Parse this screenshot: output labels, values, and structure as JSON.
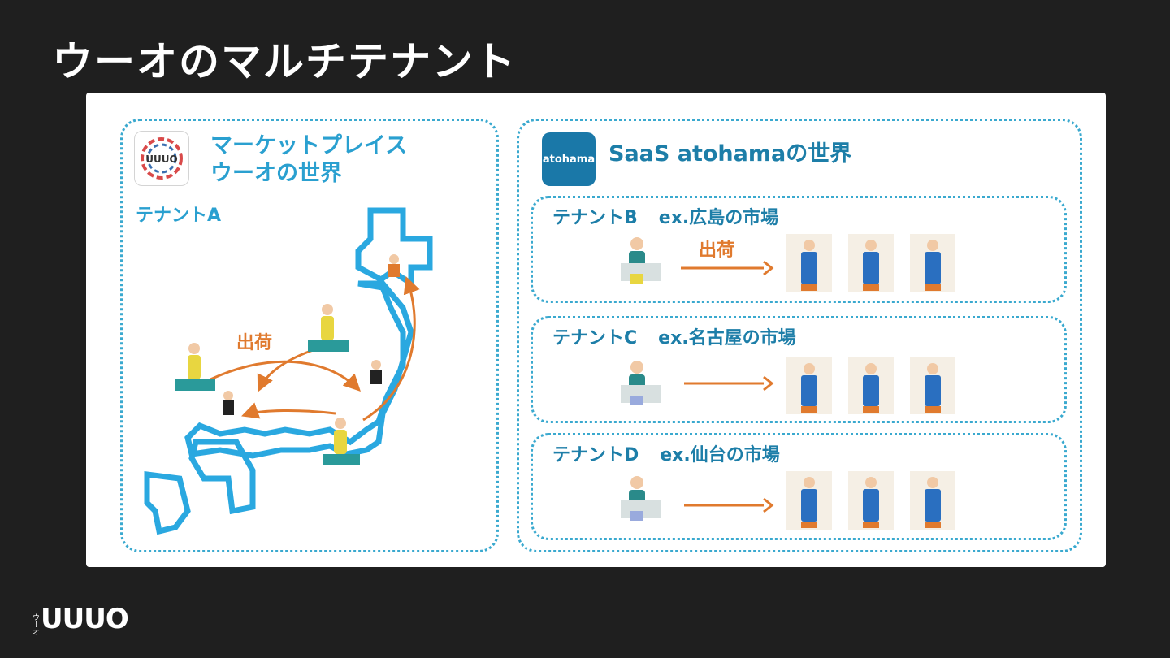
{
  "slide": {
    "title": "ウーオのマルチテナント"
  },
  "marketplace": {
    "heading_line1": "マーケットプレイス",
    "heading_line2": "ウーオの世界",
    "tenant_label": "テナントA",
    "shipping_label": "出荷"
  },
  "saas": {
    "icon_text": "atohama",
    "heading": "SaaS atohamaの世界",
    "tenants": [
      {
        "name": "テナントB",
        "example": "ex.広島の市場",
        "shipping_label": "出荷"
      },
      {
        "name": "テナントC",
        "example": "ex.名古屋の市場"
      },
      {
        "name": "テナントD",
        "example": "ex.仙台の市場"
      }
    ]
  },
  "footer": {
    "logo_small": "ウーオ",
    "logo_big": "UUUO"
  },
  "colors": {
    "background": "#1f1f1f",
    "panel_border": "#3aa9cf",
    "heading_blue": "#2aa0d0",
    "arrow_orange": "#e07a2e",
    "fisher_teal": "#2a8a8a",
    "fisher_yellow": "#e8d640",
    "buyer_apron_blue": "#2a6fc0"
  },
  "icons": {
    "uuuo_app": "uuuo-fish-logo-icon",
    "atohama_app": "atohama-app-icon",
    "fisher": "fisher-person-icon",
    "buyer": "buyer-apron-person-icon"
  }
}
